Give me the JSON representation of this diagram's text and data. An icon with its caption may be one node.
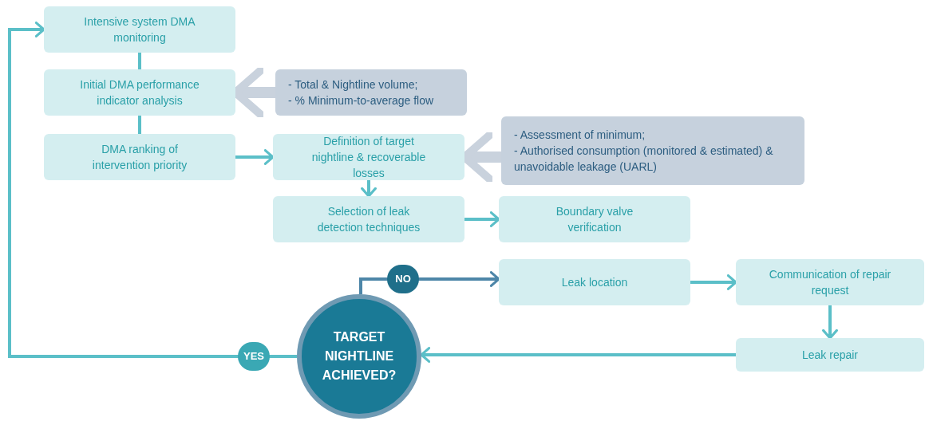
{
  "diagram": {
    "nodes": [
      {
        "text": [
          "Intensive system DMA monitoring"
        ]
      },
      {
        "text": [
          "Initial DMA performance indicator analysis"
        ]
      },
      {
        "text": [
          "DMA ranking of intervention priority"
        ]
      },
      {
        "text": [
          "-  Total & Nightline volume;",
          "- % Minimum-to-average flow"
        ]
      },
      {
        "text": [
          "Definition of target nightline & recoverable losses"
        ]
      },
      {
        "text": [
          "- Assessment of minimum;",
          "- Authorised consumption (monitored & estimated) & unavoidable leakage (UARL)"
        ]
      },
      {
        "text": [
          "Selection of leak detection techniques"
        ]
      },
      {
        "text": [
          "Boundary valve verification"
        ]
      },
      {
        "text": [
          "Leak location"
        ]
      },
      {
        "text": [
          "Communication of repair request"
        ]
      },
      {
        "text": [
          "Leak repair"
        ]
      },
      {
        "text": [
          "TARGET NIGHTLINE ACHIEVED?"
        ]
      }
    ],
    "edges": [
      {
        "from": 0,
        "to": 1,
        "arrow": "none"
      },
      {
        "from": 1,
        "to": 2,
        "arrow": "none"
      },
      {
        "from": 2,
        "to": 4,
        "arrow": "to"
      },
      {
        "from": 3,
        "to": 1,
        "arrow": "to",
        "style": "thick",
        "color": "#c9d2dd"
      },
      {
        "from": 5,
        "to": 4,
        "arrow": "to",
        "style": "thick",
        "color": "#c9d2dd"
      },
      {
        "from": 4,
        "to": 6,
        "arrow": "to"
      },
      {
        "from": 6,
        "to": 7,
        "arrow": "to"
      },
      {
        "from": 11,
        "to": 8,
        "arrow": "to",
        "label": "NO",
        "color": "#4d86a8"
      },
      {
        "from": 8,
        "to": 9,
        "arrow": "to"
      },
      {
        "from": 9,
        "to": 10,
        "arrow": "to"
      },
      {
        "from": 10,
        "to": 11,
        "arrow": "to"
      },
      {
        "from": 11,
        "to": 0,
        "arrow": "to",
        "label": "YES"
      }
    ]
  }
}
